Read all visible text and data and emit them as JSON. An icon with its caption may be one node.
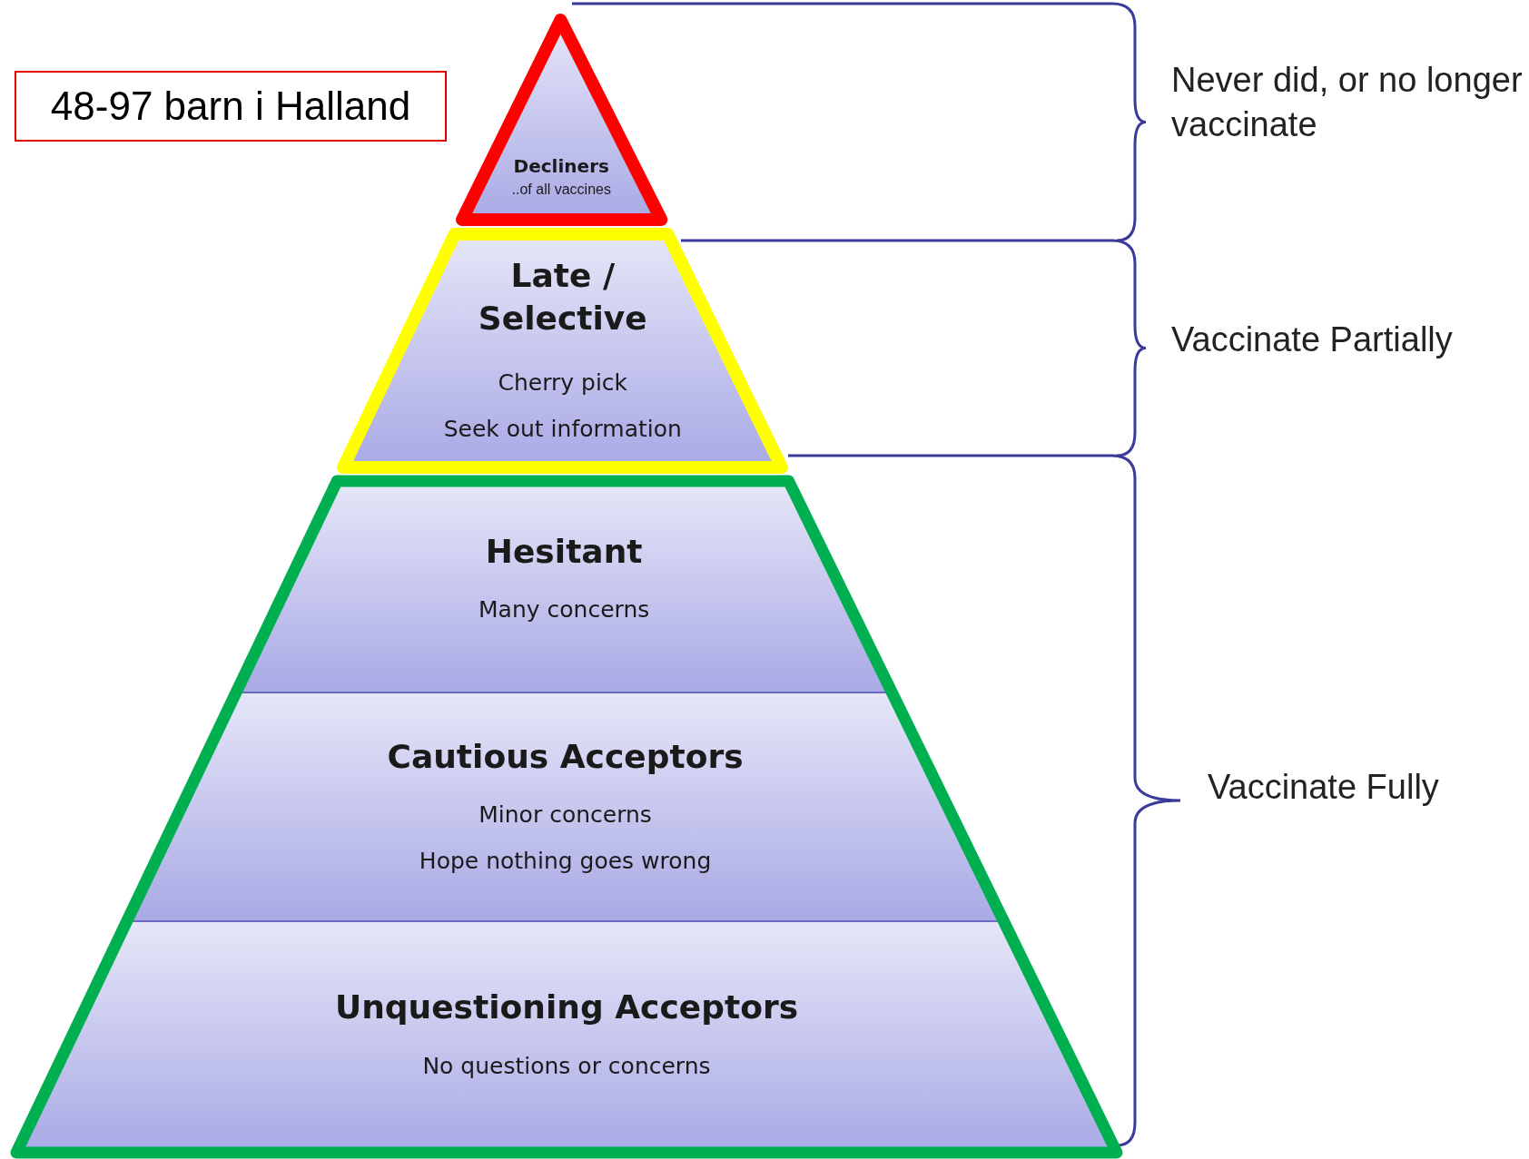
{
  "diagram": {
    "nodes": [
      {
        "text": [
          "48-97 barn i Halland"
        ]
      },
      {
        "text": [
          "Decliners",
          "..of all vaccines"
        ]
      },
      {
        "text": [
          "Late / Selective",
          "Cherry pick",
          "Seek out information"
        ]
      },
      {
        "text": [
          "Hesitant",
          "Many concerns"
        ]
      },
      {
        "text": [
          "Cautious Acceptors",
          "Minor concerns",
          "Hope nothing goes wrong"
        ]
      },
      {
        "text": [
          "Unquestioning Acceptors",
          "No questions or concerns"
        ]
      }
    ],
    "edges": [],
    "labels": [
      "Never did, or no longer vaccinate",
      "Vaccinate Partially",
      "Vaccinate Fully"
    ]
  }
}
